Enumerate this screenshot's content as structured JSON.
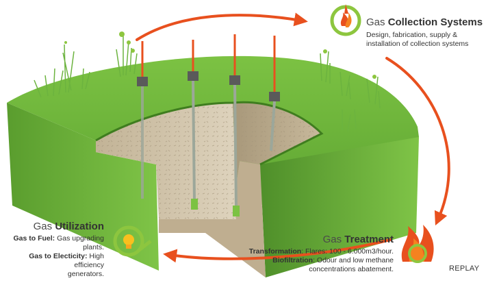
{
  "collection": {
    "title_prefix": "Gas",
    "title_strong": "Collection Systems",
    "desc_line1": "Design, fabrication, supply &",
    "desc_line2": "installation of collection systems"
  },
  "utilization": {
    "title_prefix": "Gas",
    "title_strong": "Utilization",
    "line1_strong": "Gas to Fuel:",
    "line1_text": "Gas upgrading plants.",
    "line2_strong": "Gas to Electicity:",
    "line2_text": "High efficiency",
    "line3_text": "generators."
  },
  "treatment": {
    "title_prefix": "Gas",
    "title_strong": "Treatment",
    "line1_strong": "Transformation",
    "line1_text": ": Flares: 100 - 6.000m3/hour.",
    "line2_strong": "Biofiltration",
    "line2_text": ": Odour  and low methane",
    "line3_text": "concentrations abatement."
  },
  "controls": {
    "replay_label": "REPLAY"
  },
  "colors": {
    "grass": "#6cb33f",
    "grass_dark": "#4f8f2a",
    "soil": "#cdbfa6",
    "arrow": "#e8501e",
    "pipe": "#e8501e",
    "icon_green": "#8dc63f"
  },
  "icons": {
    "collection": "flame-arrow-icon",
    "utilization": "lightbulb-arrow-icon",
    "treatment": "fire-icon"
  }
}
